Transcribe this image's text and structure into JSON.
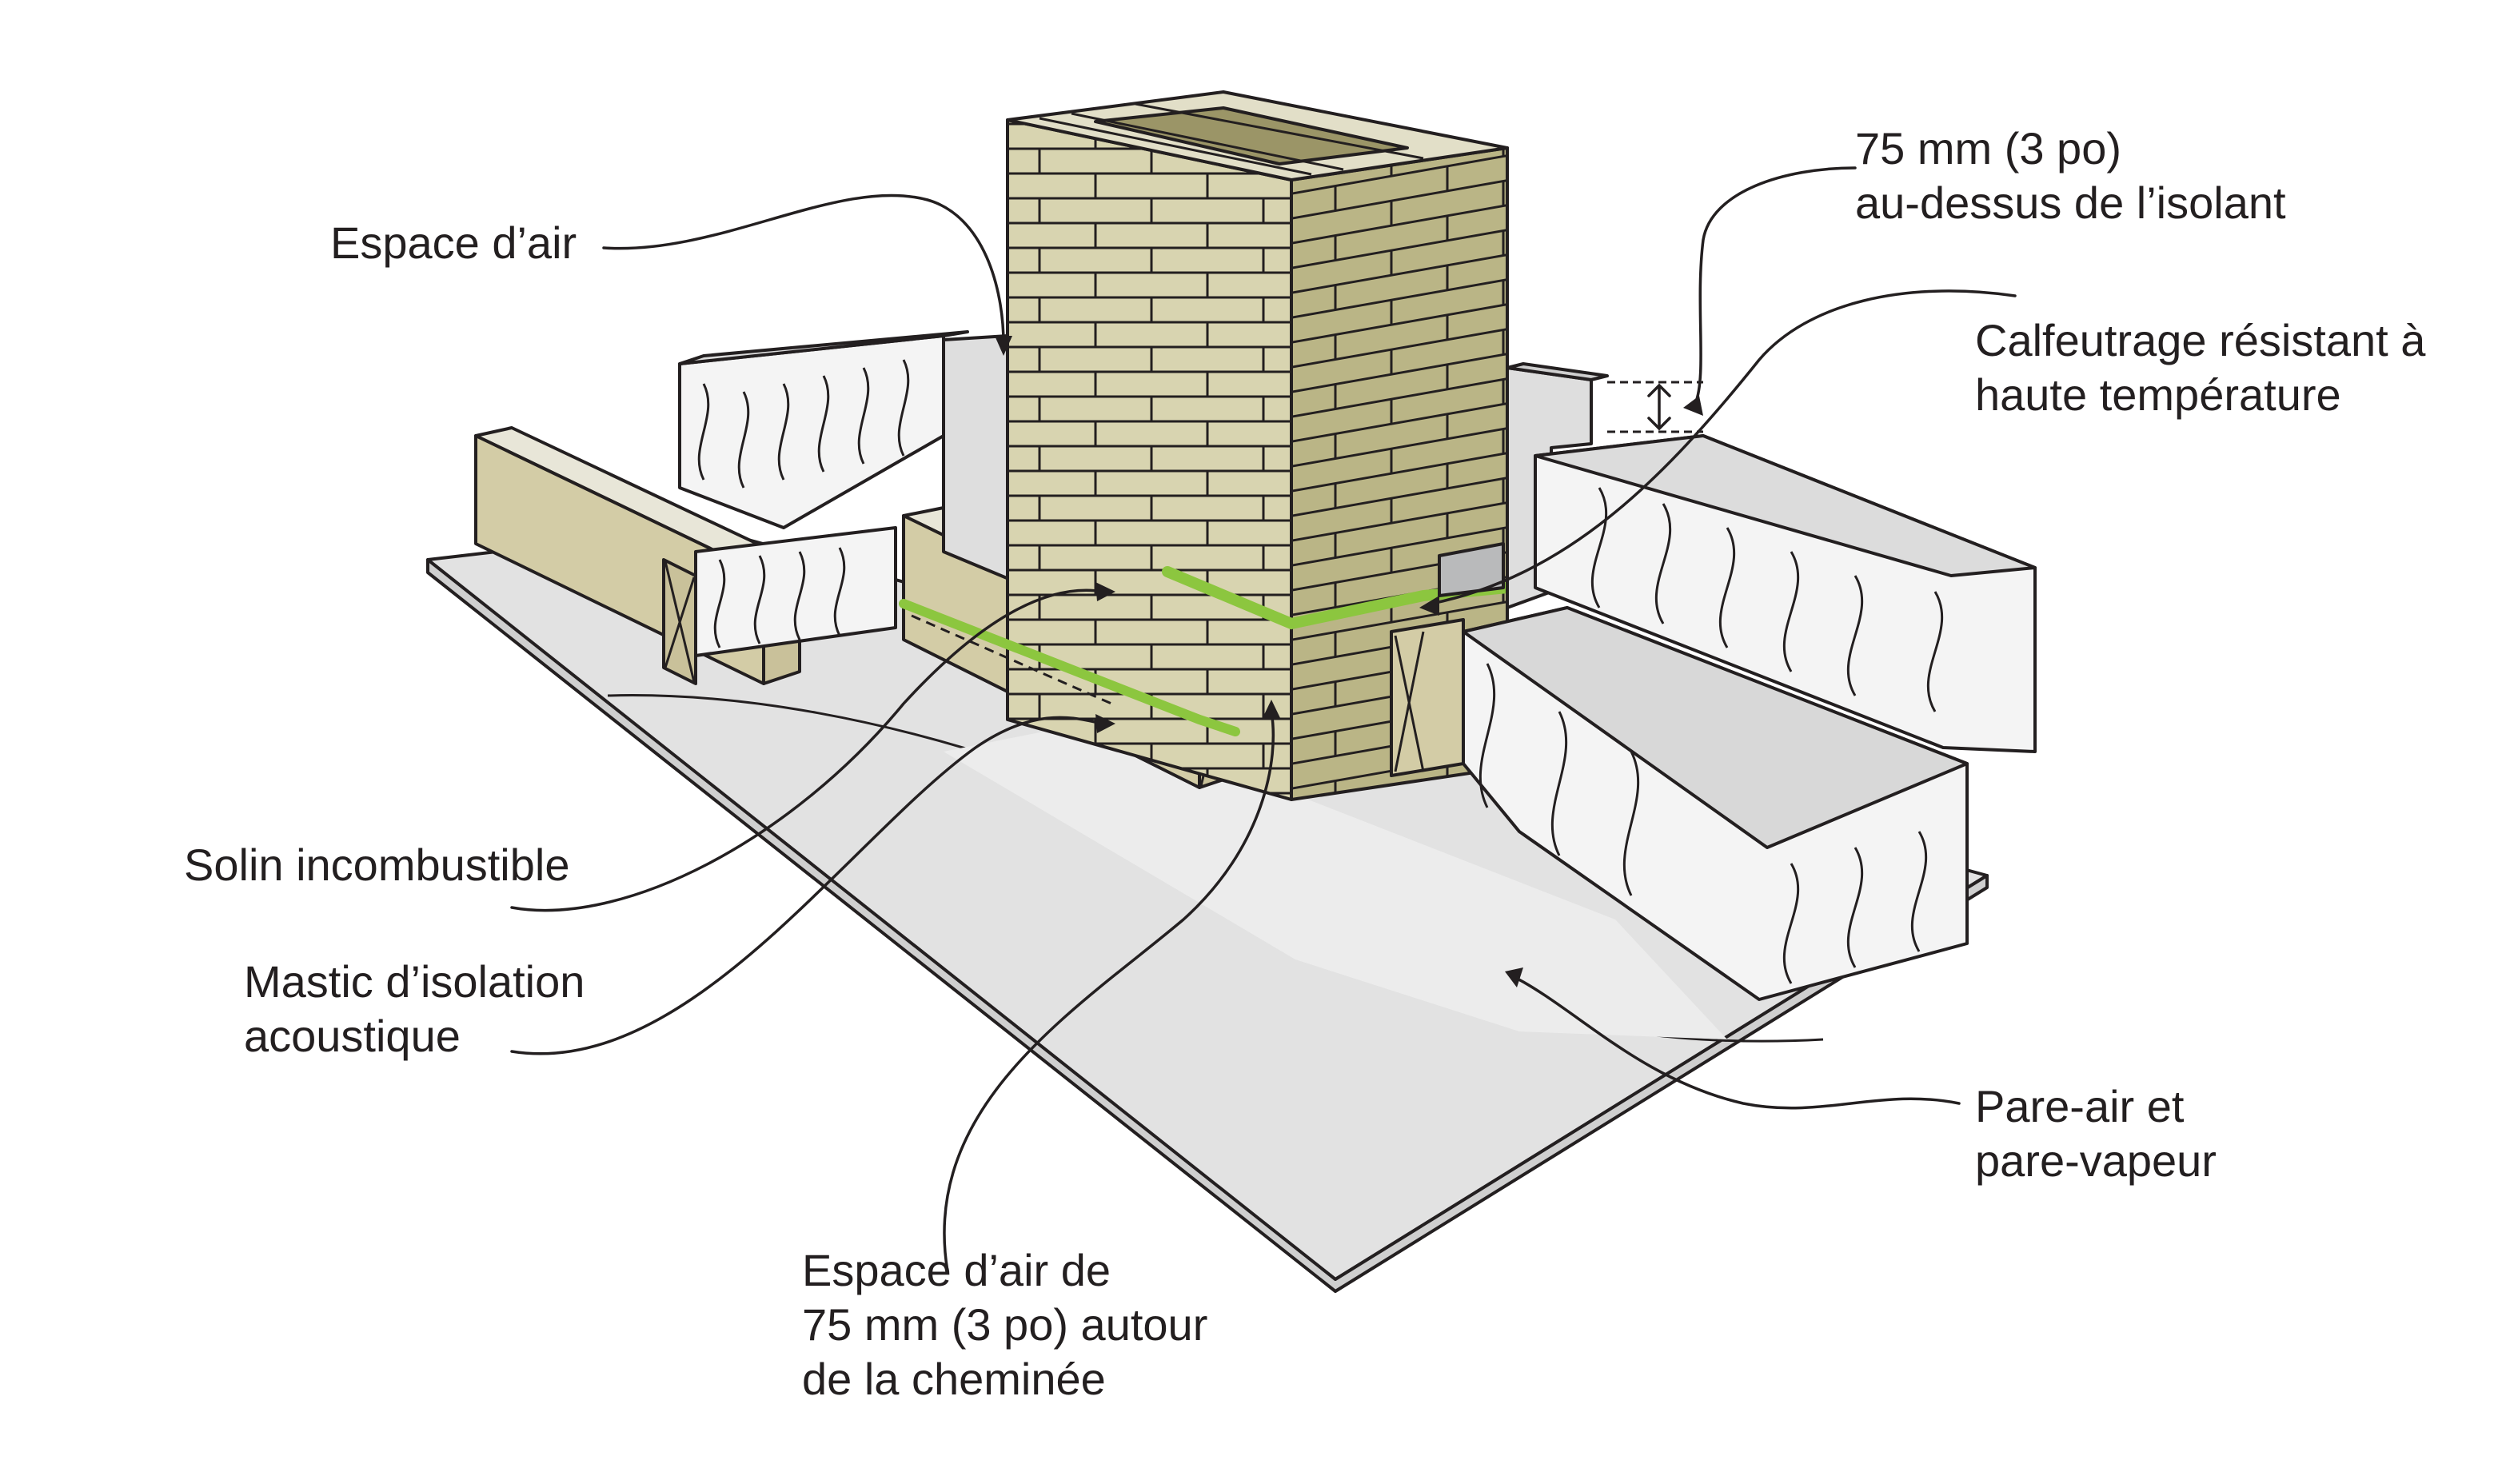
{
  "labels": {
    "air_space": "Espace d’air",
    "clearance_line1": "75 mm (3 po)",
    "clearance_line2": "au-dessus de l’isolant",
    "caulk_line1": "Calfeutrage résistant à",
    "caulk_line2": "haute température",
    "flashing": "Solin incombustible",
    "sealant_line1": "Mastic d’isolation",
    "sealant_line2": "acoustique",
    "barrier_line1": "Pare-air et",
    "barrier_line2": "pare-vapeur",
    "gap_line1": "Espace d’air de",
    "gap_line2": "75 mm (3 po) autour",
    "gap_line3": "de la cheminée"
  },
  "colors": {
    "brick_light": "#d8d4b0",
    "brick_dark": "#bab586",
    "wood": "#d3cca6",
    "insulation": "#f4f4f4",
    "board": "#e2e2e2",
    "sealant_green": "#8cc63f",
    "ink": "#231f20",
    "flashing_metal": "#b9babb"
  }
}
